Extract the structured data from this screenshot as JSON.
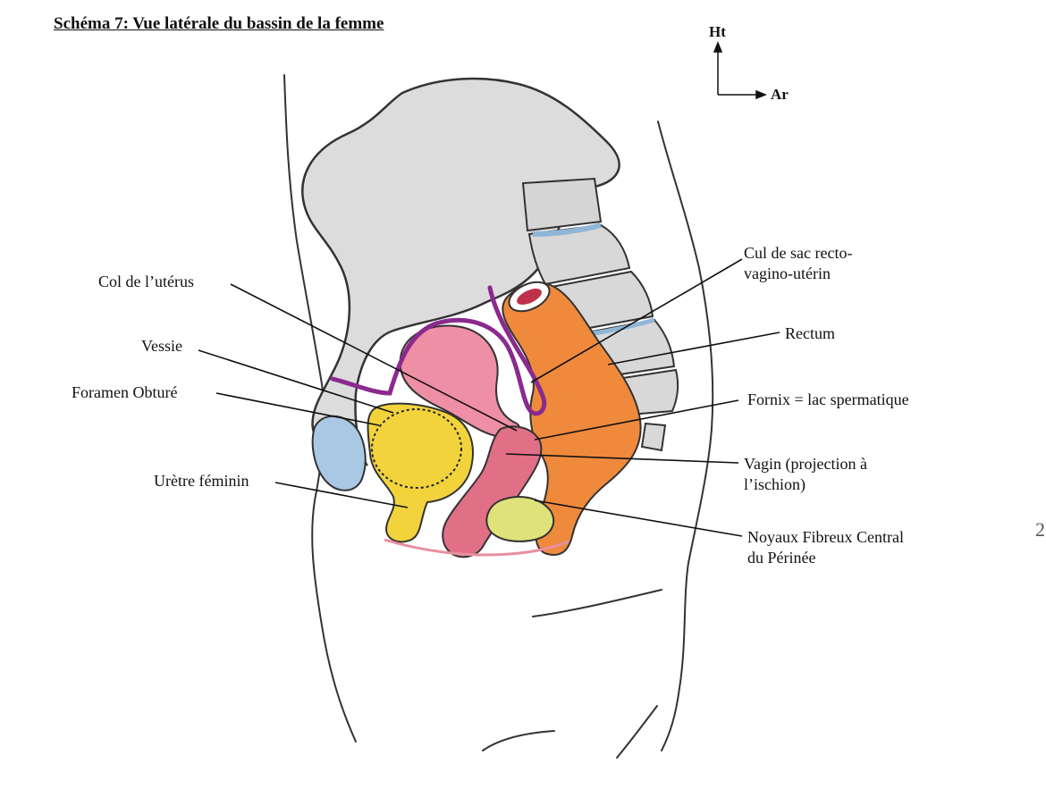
{
  "title": "Schéma 7: Vue latérale du bassin de la femme",
  "orientation": {
    "up": "Ht",
    "right": "Ar"
  },
  "labels": {
    "col_uterus": "Col de l’utérus",
    "vessie": "Vessie",
    "foramen": "Foramen Obturé",
    "uretre": "Urètre féminin",
    "cul_de_sac": [
      "Cul de sac recto-",
      "vagino-utérin"
    ],
    "rectum": "Rectum",
    "fornix": "Fornix = lac spermatique",
    "vagin": [
      "Vagin (projection à",
      "l’ischion)"
    ],
    "noyaux": [
      "Noyaux Fibreux Central",
      "du Périnée"
    ]
  },
  "colors": {
    "bone": "#dcdcdc",
    "bladder": "#ee8fa6",
    "peritoneum": "#8a2a8e",
    "rectum": "#ef8a3c",
    "pubis": "#f2d33c",
    "obturator": "#a9c8e3",
    "vagina": "#e16f86",
    "perineum": "#dfe27a"
  },
  "stray_mark": "2"
}
